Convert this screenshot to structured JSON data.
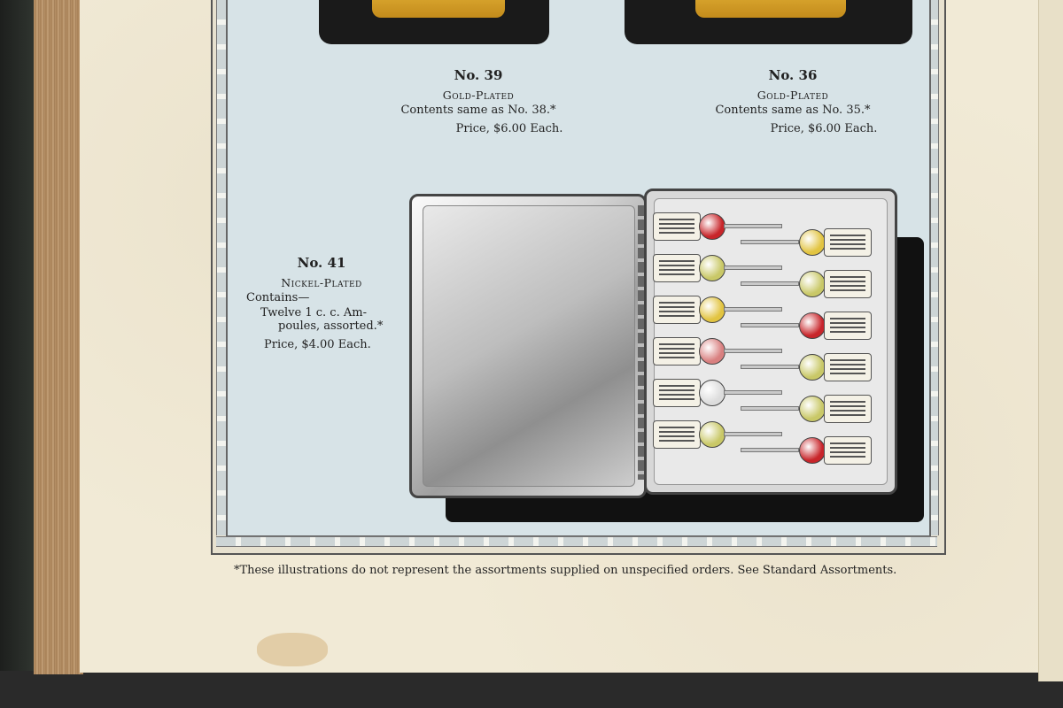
{
  "items": [
    {
      "number": "No. 39",
      "plating": "Gold-Plated",
      "contents": "Contents same as No. 38.*",
      "price": "Price, $6.00 Each."
    },
    {
      "number": "No. 36",
      "plating": "Gold-Plated",
      "contents": "Contents same as No. 35.*",
      "price": "Price, $6.00 Each."
    }
  ],
  "featured": {
    "number": "No. 41",
    "plating": "Nickel-Plated",
    "contains_label": "Contains—",
    "contents_line1": "Twelve 1 c. c. Am-",
    "contents_line2": "poules, assorted.*",
    "price": "Price, $4.00 Each."
  },
  "footnote": "*These illustrations do not represent the assortments supplied on unspecified orders.   See Standard Assortments.",
  "colors": {
    "page": "#f1ead6",
    "frame_fill": "#d7e3e7",
    "gold": "#e7b63a",
    "ampoule_red": "#c8252a",
    "ampoule_yellow": "#e2c441",
    "ampoule_green": "#c9c867"
  }
}
